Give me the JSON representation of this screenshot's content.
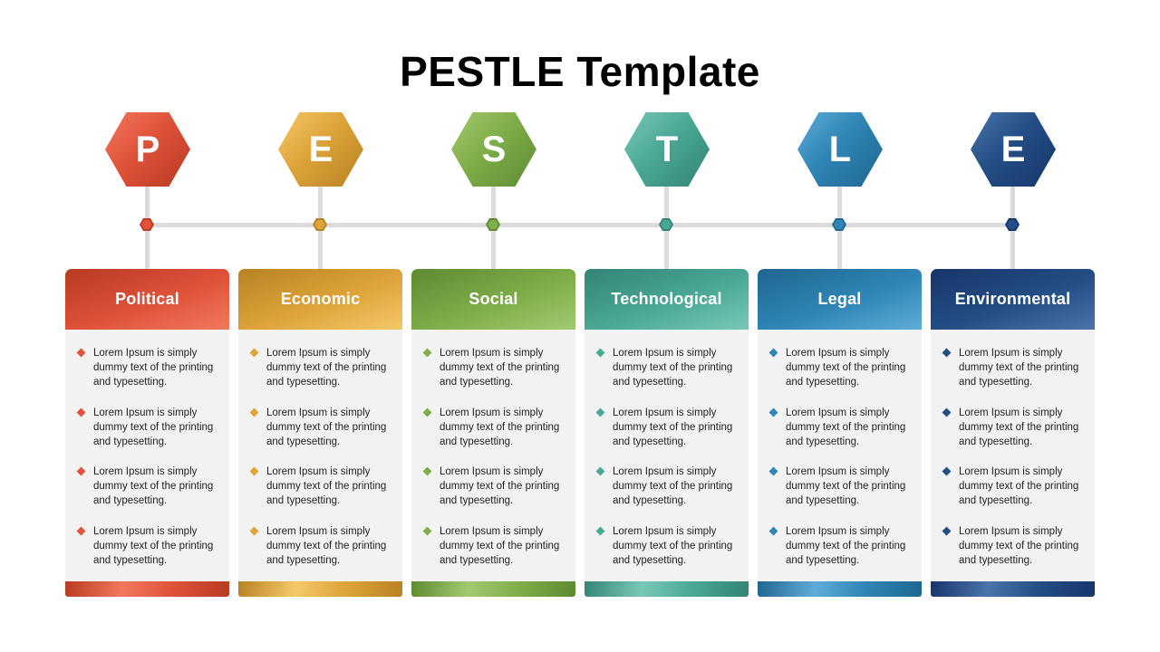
{
  "title": "PESTLE Template",
  "columns": [
    {
      "letter": "P",
      "name": "Political",
      "icon": "hexagon-icon",
      "color": "#e0523a",
      "dark": "#b83a22",
      "light": "#f0785c",
      "bullets": [
        "Lorem Ipsum is simply dummy text of the printing and typesetting.",
        "Lorem Ipsum is simply dummy text of the printing and typesetting.",
        "Lorem Ipsum is simply dummy text of the printing and typesetting.",
        "Lorem Ipsum is simply dummy text of the printing and typesetting."
      ]
    },
    {
      "letter": "E",
      "name": "Economic",
      "icon": "hexagon-icon",
      "color": "#dea33a",
      "dark": "#b88222",
      "light": "#f4c868",
      "bullets": [
        "Lorem Ipsum is simply dummy text of the printing and typesetting.",
        "Lorem Ipsum is simply dummy text of the printing and typesetting.",
        "Lorem Ipsum is simply dummy text of the printing and typesetting.",
        "Lorem Ipsum is simply dummy text of the printing and typesetting."
      ]
    },
    {
      "letter": "S",
      "name": "Social",
      "icon": "hexagon-icon",
      "color": "#7fad48",
      "dark": "#5e8a32",
      "light": "#a2c970",
      "bullets": [
        "Lorem Ipsum is simply dummy text of the printing and typesetting.",
        "Lorem Ipsum is simply dummy text of the printing and typesetting.",
        "Lorem Ipsum is simply dummy text of the printing and typesetting.",
        "Lorem Ipsum is simply dummy text of the printing and typesetting."
      ]
    },
    {
      "letter": "T",
      "name": "Technological",
      "icon": "hexagon-icon",
      "color": "#4aa895",
      "dark": "#338474",
      "light": "#78c8b6",
      "bullets": [
        "Lorem Ipsum is simply dummy text of the printing and typesetting.",
        "Lorem Ipsum is simply dummy text of the printing and typesetting.",
        "Lorem Ipsum is simply dummy text of the printing and typesetting.",
        "Lorem Ipsum is simply dummy text of the printing and typesetting."
      ]
    },
    {
      "letter": "L",
      "name": "Legal",
      "icon": "hexagon-icon",
      "color": "#2f86b6",
      "dark": "#1f6690",
      "light": "#5fabd8",
      "bullets": [
        "Lorem Ipsum is simply dummy text of the printing and typesetting.",
        "Lorem Ipsum is simply dummy text of the printing and typesetting.",
        "Lorem Ipsum is simply dummy text of the printing and typesetting.",
        "Lorem Ipsum is simply dummy text of the printing and typesetting."
      ]
    },
    {
      "letter": "E",
      "name": "Environmental",
      "icon": "hexagon-icon",
      "color": "#234e86",
      "dark": "#17366a",
      "light": "#4a74ac",
      "bullets": [
        "Lorem Ipsum is simply dummy text of the printing and typesetting.",
        "Lorem Ipsum is simply dummy text of the printing and typesetting.",
        "Lorem Ipsum is simply dummy text of the printing and typesetting.",
        "Lorem Ipsum is simply dummy text of the printing and typesetting."
      ]
    }
  ]
}
